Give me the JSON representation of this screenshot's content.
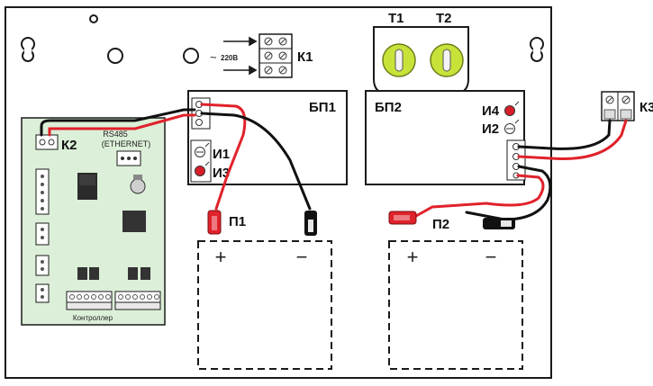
{
  "terminals": {
    "k1": "К1",
    "k2": "К2",
    "k3": "К3"
  },
  "mains_label": "220В",
  "toggles": {
    "t1": "Т1",
    "t2": "Т2"
  },
  "psu": {
    "bp1": "БП1",
    "bp2": "БП2"
  },
  "indicators": {
    "i1": "И1",
    "i2": "И2",
    "i3": "И3",
    "i4": "И4"
  },
  "batteries": {
    "p1": "П1",
    "p2": "П2",
    "plus": "+",
    "minus": "−"
  },
  "controller": {
    "interface_line1": "RS485",
    "interface_line2": "(ETHERNET)",
    "caption": "Контроллер"
  },
  "colors": {
    "board": "#dcefd8",
    "toggle_fill": "#c9e23a",
    "led_red": "#d81e2a",
    "wire_red": "#e0222b",
    "wire_black": "#111111",
    "outline": "#1a1a1a"
  }
}
